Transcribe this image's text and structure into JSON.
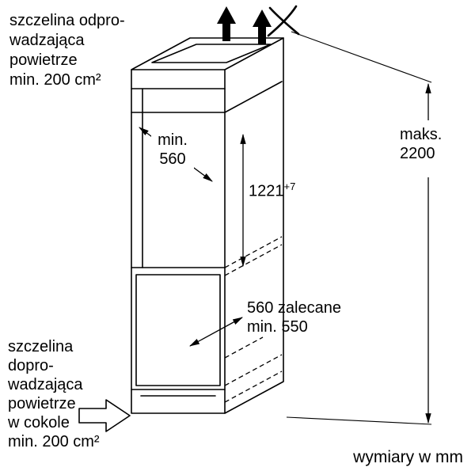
{
  "colors": {
    "line": "#000000",
    "background": "#ffffff",
    "text": "#000000"
  },
  "labels": {
    "air_outlet_gap": {
      "lines": [
        "szczelina odpro-",
        "wadzająca",
        "powietrze",
        "min. 200 cm²"
      ]
    },
    "air_inlet_gap": {
      "lines": [
        "szczelina",
        "dopro-",
        "wadzająca",
        "powietrze",
        "w cokole",
        "min. 200 cm²"
      ]
    },
    "units_note": "wymiary w mm"
  },
  "dimensions": {
    "niche_width": {
      "lines": [
        "min.",
        "560"
      ]
    },
    "niche_height": {
      "value": "1221",
      "tolerance": "+7"
    },
    "installation_depth": {
      "lines": [
        "560 zalecane",
        "min. 550"
      ]
    },
    "max_overall_height": {
      "lines": [
        "maks.",
        "2200"
      ]
    }
  },
  "icons": {
    "airflow_up_arrows": "two solid up arrows (air outlet at top)",
    "air_crossing_icon": "crossed curved strokes above cabinet",
    "plinth_airflow_arrow": "outline arrow pointing into plinth (air inlet)"
  }
}
